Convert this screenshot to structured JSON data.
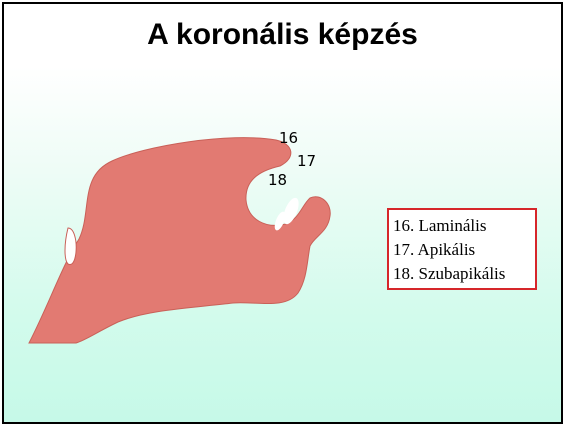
{
  "slide": {
    "title": "A koronális képzés"
  },
  "diagram": {
    "fill_color": "#e27a72",
    "labels": {
      "n16": "16",
      "n17": "17",
      "n18": "18"
    }
  },
  "legend": {
    "border_color": "#d6262a",
    "items": [
      "16. Laminális",
      "17. Apikális",
      "18. Szubapikális"
    ]
  }
}
